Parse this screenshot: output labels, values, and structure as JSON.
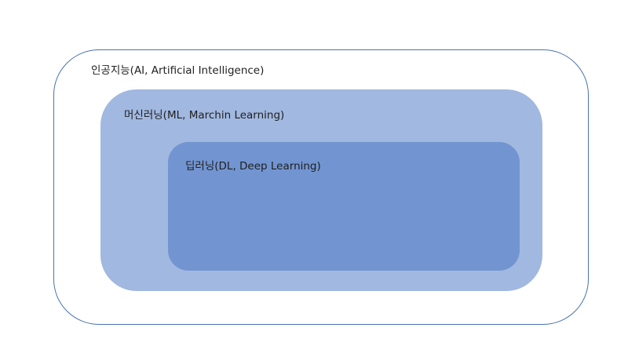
{
  "diagram": {
    "outer": {
      "label": "인공지능(AI, Artificial Intelligence)"
    },
    "middle": {
      "label": "머신러닝(ML, Marchin Learning)"
    },
    "inner": {
      "label": "딥러닝(DL, Deep Learning)"
    }
  },
  "colors": {
    "outer_border": "#4a72b0",
    "outer_fill": "#ffffff",
    "middle_fill": "#a1b8e0",
    "inner_fill": "#7295d1"
  }
}
